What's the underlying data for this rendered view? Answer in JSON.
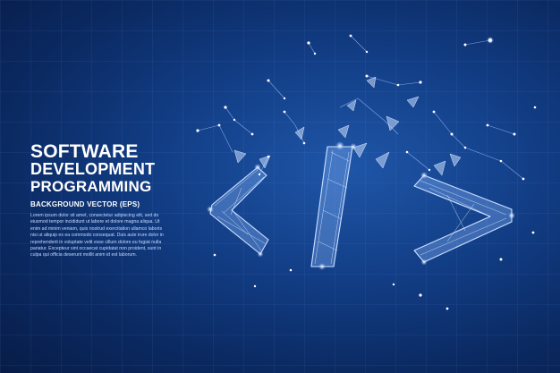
{
  "headline": {
    "line1": "SOFTWARE",
    "line2": "DEVELOPMENT",
    "line3": "PROGRAMMING"
  },
  "subtitle": "BACKGROUND VECTOR (EPS)",
  "body_text": "Lorem ipsum dolor sit amet, consectetur adipiscing elit, sed do eiusmod tempor incididunt ut labore et dolore magna aliqua. Ut enim ad minim veniam, quis nostrud exercitation ullamco laboris nisi ut aliquip ex ea commodo consequat. Duis aute irure dolor in reprehenderit in voluptate velit esse cillum dolore eu fugiat nulla pariatur. Excepteur sint occaecat cupidatat non proident, sunt in culpa qui officia deserunt mollit anim id est laborum.",
  "colors": {
    "background_dark": "#071c47",
    "background_mid": "#123e86",
    "background_light": "#1f56a8",
    "line": "#bcd6ff",
    "text": "#ffffff"
  },
  "icon": "code-tag-icon"
}
